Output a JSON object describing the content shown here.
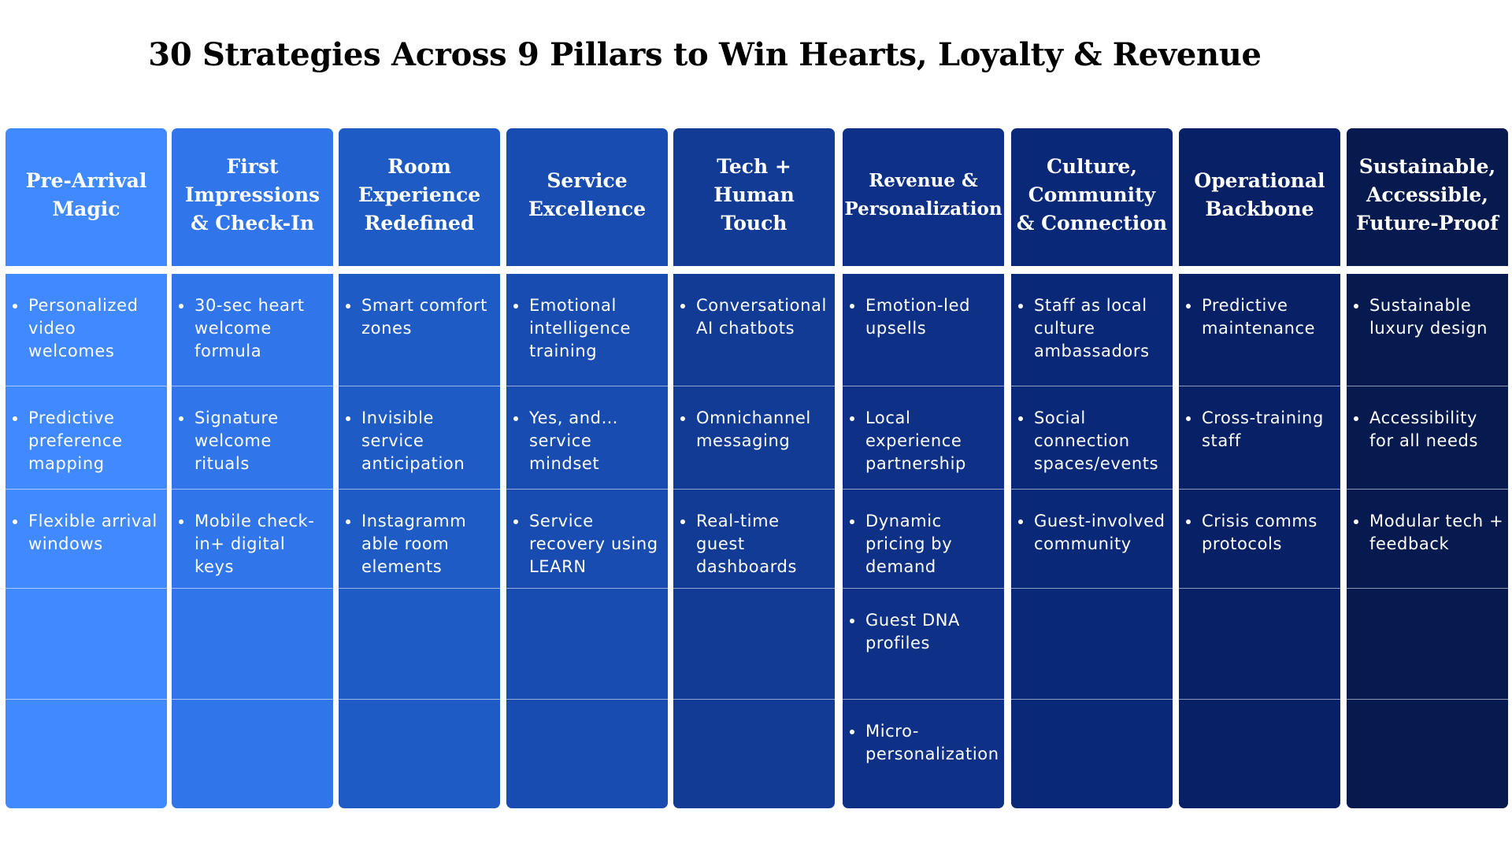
{
  "title": "30 Strategies Across 9 Pillars to Win Hearts, Loyalty & Revenue",
  "pillars": [
    {
      "name": "Pre-Arrival Magic",
      "color": "#4089ff",
      "items": [
        "Personalized video welcomes",
        "Predictive preference mapping",
        "Flexible arrival windows"
      ]
    },
    {
      "name": "First Impressions & Check-In",
      "color": "#3175ea",
      "items": [
        "30-sec heart welcome formula",
        "Signature welcome rituals",
        "Mobile check-in+ digital keys"
      ]
    },
    {
      "name": "Room Experience Redefined",
      "color": "#1f5bc4",
      "items": [
        "Smart comfort zones",
        "Invisible service anticipation",
        "Instagramm able room elements"
      ]
    },
    {
      "name": "Service Excellence",
      "color": "#184cb0",
      "items": [
        "Emotional intelligence training",
        "Yes, and… service mindset",
        "Service recovery using LEARN"
      ]
    },
    {
      "name": "Tech + Human Touch",
      "color": "#123b96",
      "items": [
        "Conversational AI chatbots",
        "Omnichannel messaging",
        "Real-time guest dashboards"
      ]
    },
    {
      "name": "Revenue & Personalization",
      "color": "#0e3187",
      "items": [
        "Emotion-led upsells",
        "Local experience partnership",
        "Dynamic pricing by demand",
        "Guest DNA profiles",
        "Micro-personalization"
      ]
    },
    {
      "name": "Culture, Community & Connection",
      "color": "#0a2878",
      "items": [
        "Staff as local culture ambassadors",
        "Social connection spaces/events",
        "Guest-involved community"
      ]
    },
    {
      "name": "Operational Backbone",
      "color": "#082066",
      "items": [
        "Predictive maintenance",
        "Cross-training staff",
        "Crisis comms protocols"
      ]
    },
    {
      "name": "Sustainable, Accessible, Future-Proof",
      "color": "#061a4f",
      "items": [
        "Sustainable luxury design",
        "Accessibility for all needs",
        "Modular tech + feedback"
      ]
    }
  ]
}
